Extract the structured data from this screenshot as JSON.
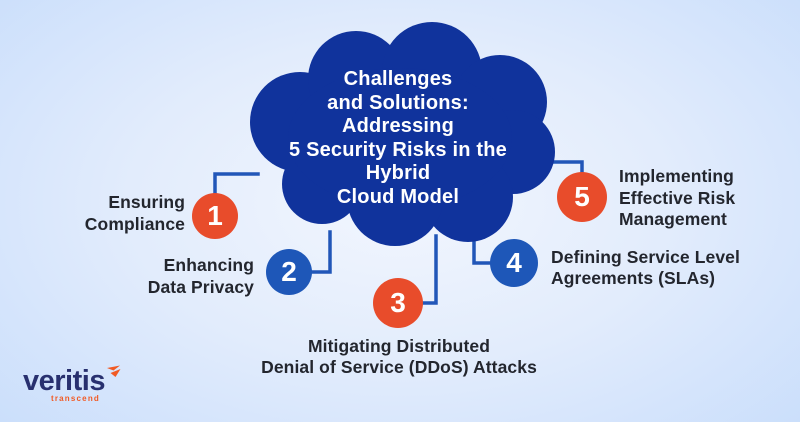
{
  "colors": {
    "background_edge": "#c6dcfb",
    "background_center": "#f0f5fe",
    "cloud": "#10339c",
    "connector": "#2156b8",
    "orange": "#e84c2b",
    "blue": "#1e57b8",
    "label_text": "#23262e",
    "title_text": "#ffffff",
    "logo_navy": "#28306f",
    "logo_orange": "#f15a24"
  },
  "cloud": {
    "title_lines": [
      "Challenges",
      "and Solutions:",
      "Addressing",
      "5 Security Risks in the",
      "Hybrid",
      "Cloud Model"
    ]
  },
  "items": [
    {
      "number": "1",
      "accent": "#e84c2b",
      "lines": [
        "Ensuring",
        "Compliance"
      ]
    },
    {
      "number": "2",
      "accent": "#1e57b8",
      "lines": [
        "Enhancing",
        "Data Privacy"
      ]
    },
    {
      "number": "3",
      "accent": "#e84c2b",
      "lines": [
        "Mitigating Distributed",
        "Denial of Service (DDoS) Attacks"
      ]
    },
    {
      "number": "4",
      "accent": "#1e57b8",
      "lines": [
        "Defining Service Level",
        "Agreements (SLAs)"
      ]
    },
    {
      "number": "5",
      "accent": "#e84c2b",
      "lines": [
        "Implementing",
        "Effective Risk",
        "Management"
      ]
    }
  ],
  "logo": {
    "name": "veritis",
    "tagline": "transcend"
  }
}
